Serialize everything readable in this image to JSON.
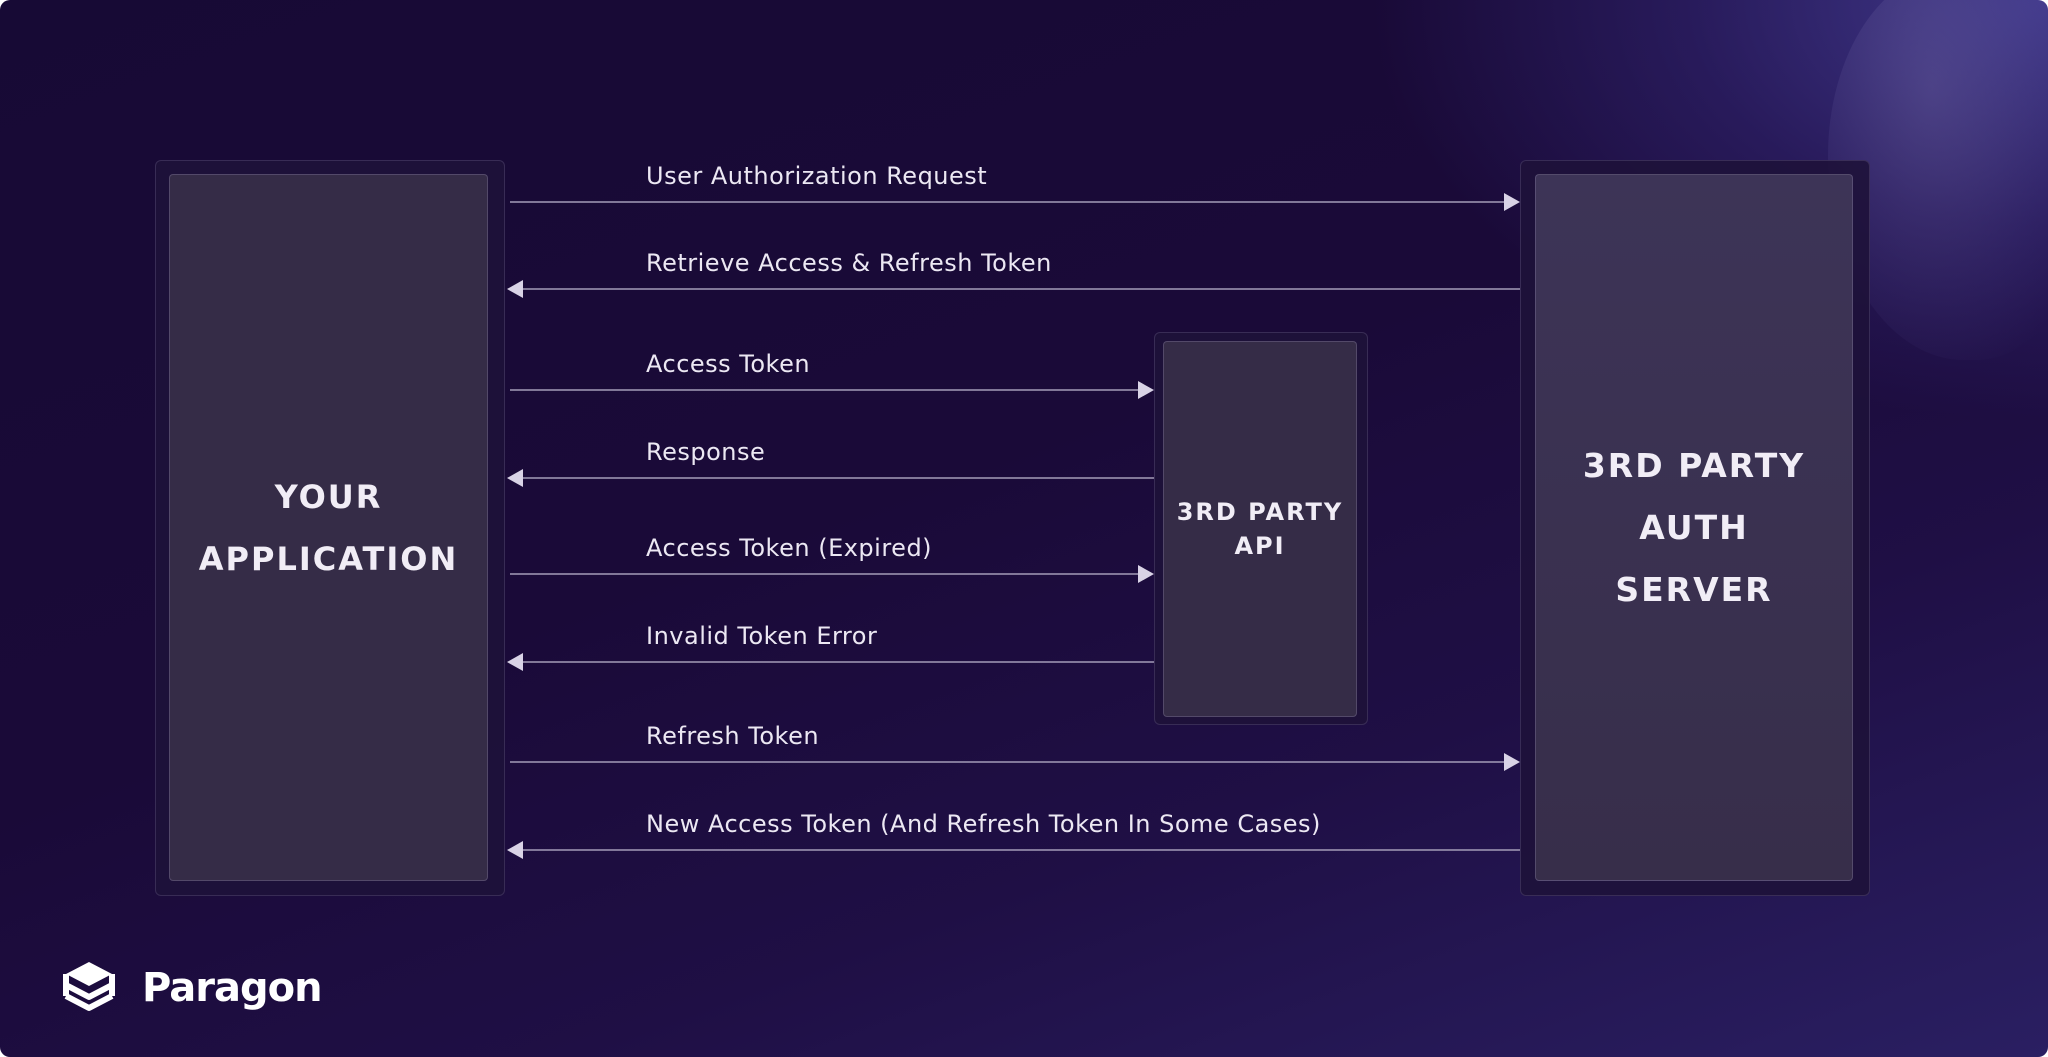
{
  "participants": {
    "app": "YOUR\nAPPLICATION",
    "api": "3RD PARTY\nAPI",
    "auth": "3RD PARTY\nAUTH\nSERVER"
  },
  "messages": [
    {
      "label": "User Authorization Request",
      "from": "app",
      "to": "auth"
    },
    {
      "label": "Retrieve Access & Refresh Token",
      "from": "auth",
      "to": "app"
    },
    {
      "label": "Access Token",
      "from": "app",
      "to": "api"
    },
    {
      "label": "Response",
      "from": "api",
      "to": "app"
    },
    {
      "label": "Access Token (Expired)",
      "from": "app",
      "to": "api"
    },
    {
      "label": "Invalid Token Error",
      "from": "api",
      "to": "app"
    },
    {
      "label": "Refresh Token",
      "from": "app",
      "to": "auth"
    },
    {
      "label": "New Access Token (And Refresh Token In Some Cases)",
      "from": "auth",
      "to": "app"
    }
  ],
  "brand": {
    "name": "Paragon",
    "icon": "paragon-stack-icon"
  },
  "colors": {
    "background": "#1a0a38",
    "box": "#352c47",
    "arrow": "#a49cb8",
    "text": "#ece8f3"
  }
}
